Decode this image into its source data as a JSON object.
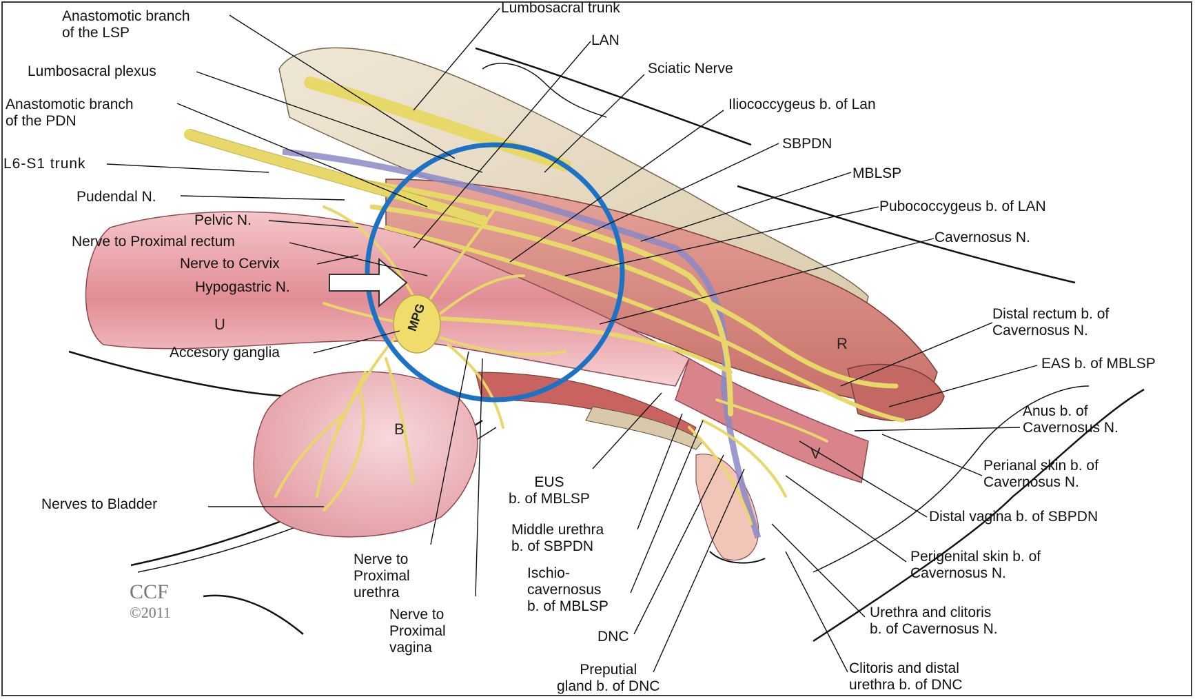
{
  "labels": {
    "anastomotic_lsp": "Anastomotic branch\nof the LSP",
    "lumbosacral_trunk": "Lumbosacral trunk",
    "lan": "LAN",
    "lumbosacral_plexus": "Lumbosacral plexus",
    "sciatic_nerve": "Sciatic Nerve",
    "anastomotic_pdn": "Anastomotic branch\nof the PDN",
    "iliococcygeus": "Iliococcygeus b. of Lan",
    "sbpdn": "SBPDN",
    "l6_s1": "L6-S1 trunk",
    "mblsp": "MBLSP",
    "pudendal": "Pudendal N.",
    "pubococcygeus": "Pubococcygeus b. of LAN",
    "pelvic": "Pelvic N.",
    "cavernosus": "Cavernosus N.",
    "nerve_prox_rectum": "Nerve to Proximal rectum",
    "nerve_cervix": "Nerve to Cervix",
    "hypogastric": "Hypogastric N.",
    "distal_rectum": "Distal rectum b. of\nCavernosus N.",
    "accesory_ganglia": "Accesory ganglia",
    "eas": "EAS b. of MBLSP",
    "anus": "Anus b. of\nCavernosus N.",
    "perianal": "Perianal skin b. of\nCavernosus N.",
    "eus": "EUS\nb. of MBLSP",
    "nerves_bladder": "Nerves to Bladder",
    "distal_vagina": "Distal vagina b. of SBPDN",
    "middle_urethra": "Middle urethra\nb. of SBPDN",
    "nerve_prox_urethra": "Nerve to\nProximal\nurethra",
    "perigenital": "Perigenital skin b. of\nCavernosus N.",
    "ischio": "Ischio-\ncavernosus\nb. of MBLSP",
    "nerve_prox_vagina": "Nerve to\nProximal\nvagina",
    "urethra_clitoris": "Urethra and clitoris\nb. of  Cavernosus N.",
    "dnc": "DNC",
    "preputial": "Preputial\ngland b. of DNC",
    "clitoris_distal": "Clitoris and distal\nurethra b. of DNC"
  },
  "organs": {
    "u": "U",
    "b": "B",
    "r": "R",
    "v": "V",
    "mpg": "MPG"
  },
  "credit": {
    "line1": "CCF",
    "line2": "©2011"
  },
  "colors": {
    "nerve": "#f2e27a",
    "nerve_stroke": "#c9b94a",
    "muscle": "#e7dcc6",
    "uterus": "#e8a0a6",
    "rectum": "#d98a84",
    "circle": "#1d72c4",
    "vessel": "#8c88c4"
  }
}
